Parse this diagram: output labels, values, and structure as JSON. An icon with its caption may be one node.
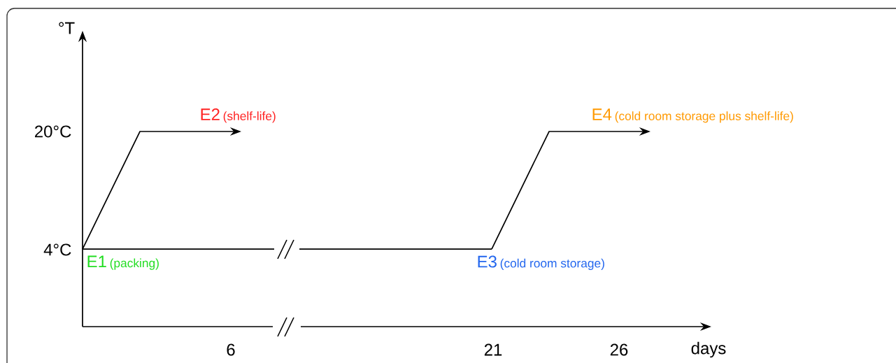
{
  "diagram": {
    "nodes": [
      {
        "text": [
          "E1",
          "(packing)"
        ]
      },
      {
        "text": [
          "E2",
          "(shelf-life)"
        ]
      },
      {
        "text": [
          "E3",
          "(cold room storage)"
        ]
      },
      {
        "text": [
          "E4",
          "(cold room storage plus shelf-life)"
        ]
      }
    ],
    "edges": [
      {
        "from": 0,
        "to": 1,
        "arrow": "to"
      },
      {
        "from": 0,
        "to": 2,
        "arrow": "none"
      },
      {
        "from": 2,
        "to": 3,
        "arrow": "to"
      }
    ],
    "labels": [
      "°T",
      "20°C",
      "4°C",
      "6",
      "21",
      "26",
      "days"
    ]
  }
}
